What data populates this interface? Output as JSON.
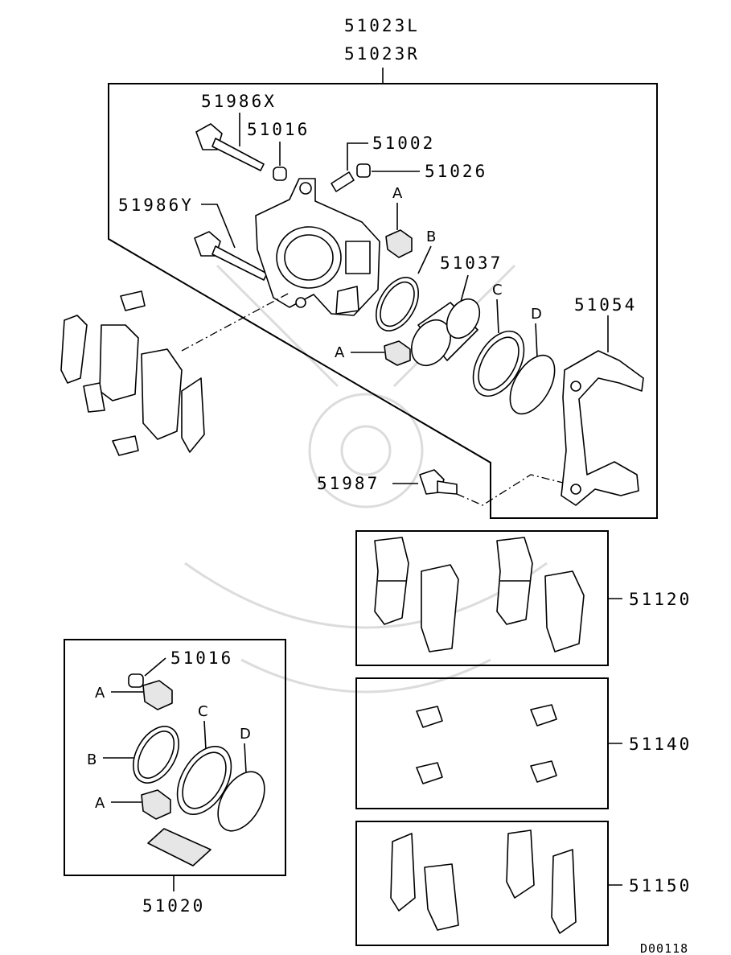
{
  "main_assembly": {
    "labels": [
      "51023L",
      "51023R"
    ],
    "parts": {
      "bolt_x": "51986X",
      "boot_top": "51016",
      "bleeder": "51002",
      "bleeder_cap": "51026",
      "bolt_y": "51986Y",
      "piston": "51037",
      "bracket": "51054",
      "bracket_bolt": "51987"
    },
    "callouts": {
      "a_top": "A",
      "b": "B",
      "c": "C",
      "d": "D",
      "a_mid": "A"
    }
  },
  "pad_kit": {
    "code": "51120"
  },
  "clip_kit": {
    "code": "51140"
  },
  "shim_kit": {
    "code": "51150"
  },
  "seal_kit": {
    "code": "51020",
    "boot_label": "51016",
    "callouts": {
      "a_top": "A",
      "b": "B",
      "c": "C",
      "d": "D",
      "a_bottom": "A"
    }
  },
  "diagram_id": "D00118"
}
